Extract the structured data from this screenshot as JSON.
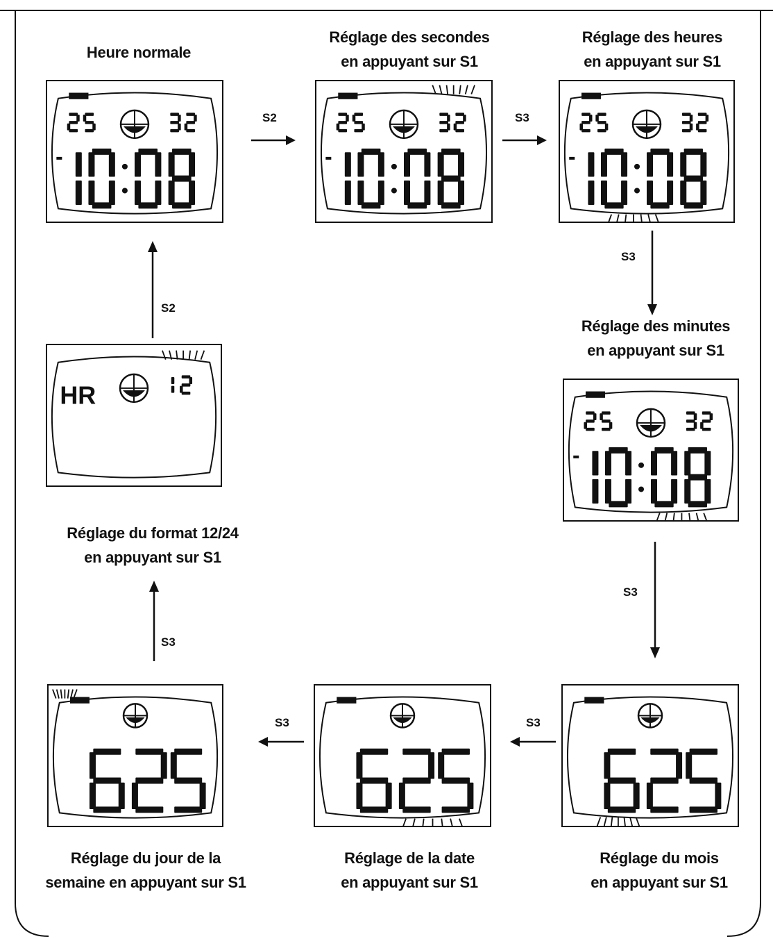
{
  "captions": {
    "normal": [
      "Heure normale"
    ],
    "seconds": [
      "Réglage des secondes",
      "en appuyant sur S1"
    ],
    "hours": [
      "Réglage des heures",
      "en appuyant sur S1"
    ],
    "minutes": [
      "Réglage des minutes",
      "en appuyant sur S1"
    ],
    "format": [
      "Réglage du format 12/24",
      "en appuyant sur S1"
    ],
    "weekday": [
      "Réglage du jour de la",
      "semaine en appuyant sur S1"
    ],
    "date": [
      "Réglage de la date",
      "en appuyant sur S1"
    ],
    "month": [
      "Réglage du mois",
      "en appuyant sur S1"
    ]
  },
  "arrows": {
    "normal_to_seconds": "S2",
    "seconds_to_hours": "S3",
    "hours_to_minutes": "S3",
    "minutes_to_month": "S3",
    "month_to_date": "S3",
    "date_to_weekday": "S3",
    "weekday_to_format": "S3",
    "format_to_normal": "S2"
  },
  "displays": {
    "time": {
      "left_num": "25",
      "right_num": "32",
      "digits": "10:08"
    },
    "format": {
      "left_text": "HR",
      "right_num": "12"
    },
    "date": {
      "digits": "625"
    }
  }
}
